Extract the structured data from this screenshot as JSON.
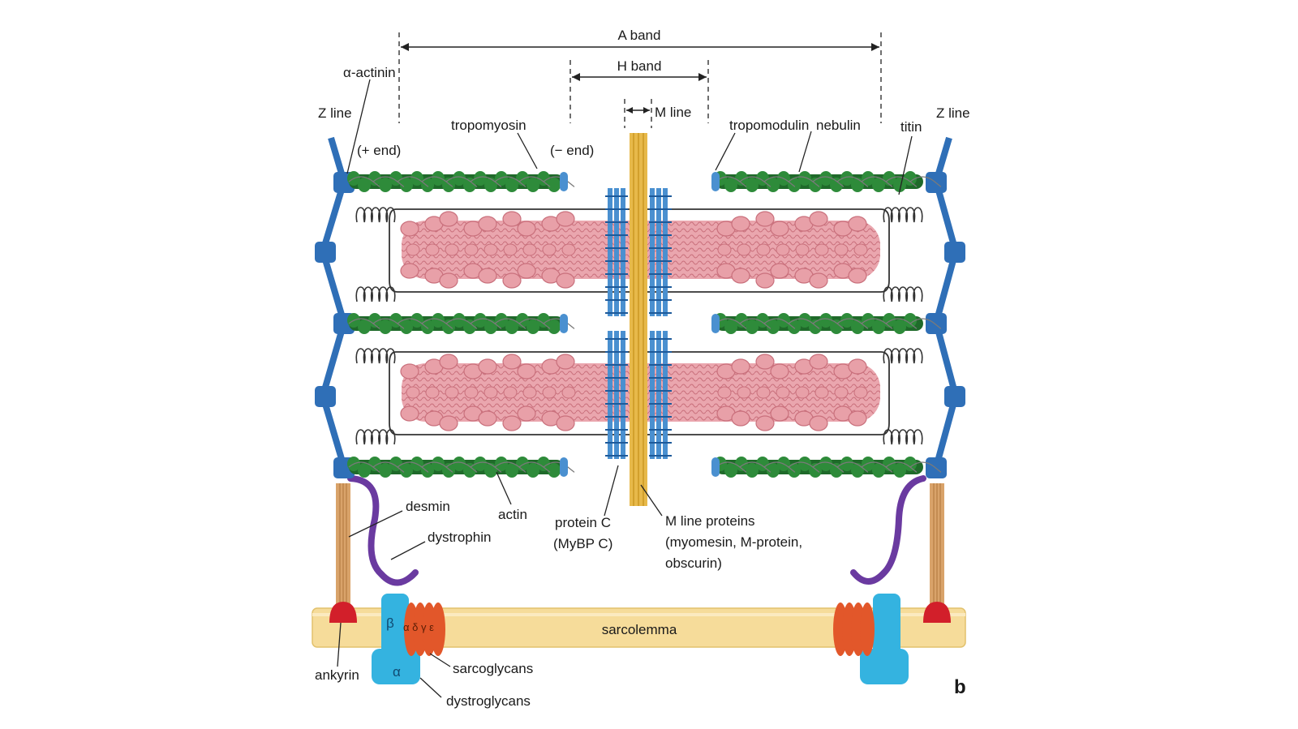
{
  "labels": {
    "a_band": "A band",
    "h_band": "H band",
    "m_line": "M line",
    "alpha_actinin": "α-actinin",
    "z_line_left": "Z line",
    "z_line_right": "Z line",
    "plus_end": "(+ end)",
    "minus_end": "(− end)",
    "tropomyosin": "tropomyosin",
    "tropomodulin": "tropomodulin",
    "nebulin": "nebulin",
    "titin": "titin",
    "desmin": "desmin",
    "dystrophin": "dystrophin",
    "actin": "actin",
    "protein_c_1": "protein C",
    "protein_c_2": "(MyBP C)",
    "m_line_proteins_1": "M line proteins",
    "m_line_proteins_2": "(myomesin, M-protein,",
    "m_line_proteins_3": "obscurin)",
    "sarcolemma": "sarcolemma",
    "ankyrin": "ankyrin",
    "sarcoglycans": "sarcoglycans",
    "dystroglycans": "dystroglycans",
    "beta": "β",
    "alpha": "α",
    "sarcoglycan_letters": "α δ γ ε",
    "panel_letter": "b"
  },
  "colors": {
    "z_line": "#2f6fb7",
    "actin": "#2e8b3a",
    "actin_dark": "#1f6a2a",
    "myosin": "#e8a0a8",
    "myosin_dark": "#c9707c",
    "m_line": "#e7b94a",
    "protein_c": "#4a90d0",
    "sarcolemma": "#f6dc9a",
    "dystrophin": "#6a3aa0",
    "ankyrin": "#d21f2a",
    "dystroglycan": "#34b3e0",
    "sarcoglycan": "#e2572a",
    "desmin": "#d9a36a"
  }
}
